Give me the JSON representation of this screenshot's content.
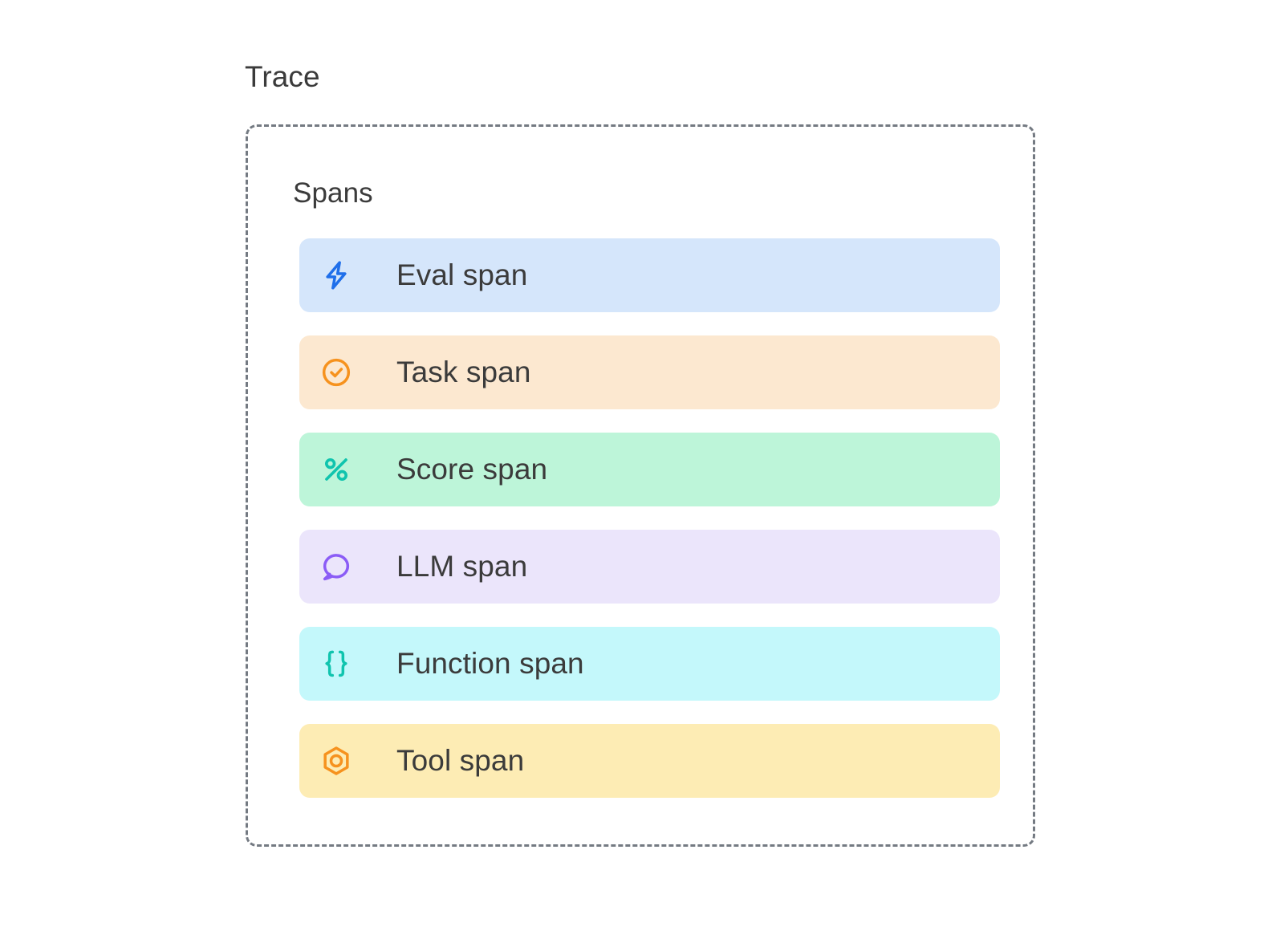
{
  "diagram": {
    "trace_label": "Trace",
    "spans_heading": "Spans",
    "container_border_color": "#747a82",
    "text_color": "#3b3b3b",
    "background": "#ffffff",
    "spans": [
      {
        "label": "Eval span",
        "icon": "lightning-bolt-icon",
        "icon_color": "#1f6fea",
        "background": "#d5e6fb"
      },
      {
        "label": "Task span",
        "icon": "circle-check-icon",
        "icon_color": "#f6921e",
        "background": "#fce8d0"
      },
      {
        "label": "Score span",
        "icon": "percent-icon",
        "icon_color": "#10c4ae",
        "background": "#bdf5d9"
      },
      {
        "label": "LLM span",
        "icon": "speech-bubble-icon",
        "icon_color": "#8b5cf6",
        "background": "#ebe5fb"
      },
      {
        "label": "Function span",
        "icon": "curly-braces-icon",
        "icon_color": "#10c4ae",
        "background": "#c4f8fb"
      },
      {
        "label": "Tool span",
        "icon": "hexagon-target-icon",
        "icon_color": "#f6921e",
        "background": "#fdecb4"
      }
    ]
  }
}
